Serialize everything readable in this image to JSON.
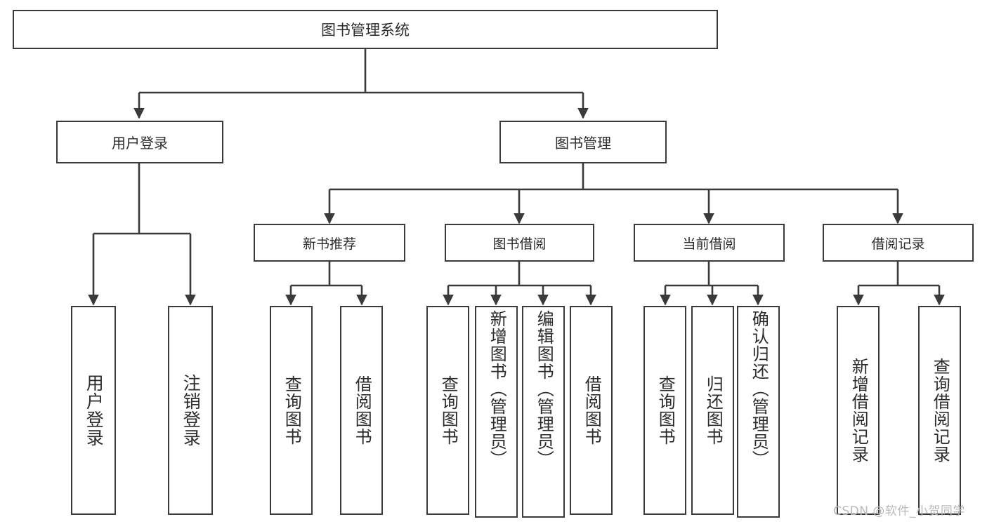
{
  "diagram": {
    "title": "图书管理系统",
    "type": "hierarchy-tree",
    "watermark": "CSDN @软件_小贺同学",
    "colors": {
      "box_border": "#3a3a3a",
      "box_fill": "#ffffff",
      "text": "#2b2b2b",
      "connector": "#3a3a3a",
      "watermark": "#b9b9b9",
      "background": "#ffffff"
    },
    "root": {
      "id": "root",
      "label": "图书管理系统"
    },
    "level2": [
      {
        "id": "user-login",
        "label": "用户登录"
      },
      {
        "id": "book-manage",
        "label": "图书管理"
      }
    ],
    "level3": [
      {
        "id": "new-book-recommend",
        "label": "新书推荐",
        "parent": "book-manage"
      },
      {
        "id": "book-borrow",
        "label": "图书借阅",
        "parent": "book-manage"
      },
      {
        "id": "current-borrow",
        "label": "当前借阅",
        "parent": "book-manage"
      },
      {
        "id": "borrow-record",
        "label": "借阅记录",
        "parent": "book-manage"
      }
    ],
    "leaves": [
      {
        "id": "leaf-user-login",
        "label": "用户登录",
        "parent": "user-login"
      },
      {
        "id": "leaf-logout",
        "label": "注销登录",
        "parent": "user-login"
      },
      {
        "id": "leaf-query-book-recommend",
        "label": "查询图书",
        "parent": "new-book-recommend"
      },
      {
        "id": "leaf-borrow-book-recommend",
        "label": "借阅图书",
        "parent": "new-book-recommend"
      },
      {
        "id": "leaf-query-book-borrow",
        "label": "查询图书",
        "parent": "book-borrow"
      },
      {
        "id": "leaf-add-book",
        "label": "新增图书（管理员）",
        "parent": "book-borrow"
      },
      {
        "id": "leaf-edit-book",
        "label": "编辑图书（管理员）",
        "parent": "book-borrow"
      },
      {
        "id": "leaf-borrow-book",
        "label": "借阅图书",
        "parent": "book-borrow"
      },
      {
        "id": "leaf-query-book-current",
        "label": "查询图书",
        "parent": "current-borrow"
      },
      {
        "id": "leaf-return-book",
        "label": "归还图书",
        "parent": "current-borrow"
      },
      {
        "id": "leaf-confirm-return",
        "label": "确认归还（管理员）",
        "parent": "current-borrow"
      },
      {
        "id": "leaf-add-record",
        "label": "新增借阅记录",
        "parent": "borrow-record"
      },
      {
        "id": "leaf-query-record",
        "label": "查询借阅记录",
        "parent": "borrow-record"
      }
    ]
  }
}
